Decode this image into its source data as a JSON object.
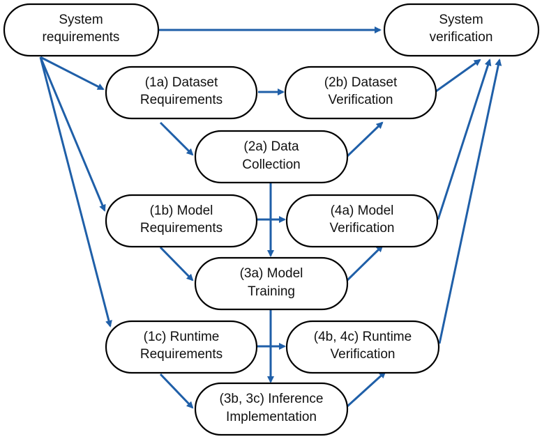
{
  "colors": {
    "arrow": "#1f5fa8",
    "node_border": "#000000",
    "node_fill": "#ffffff",
    "text": "#111111"
  },
  "nodes": {
    "system_requirements": [
      "System",
      "requirements"
    ],
    "system_verification": [
      "System",
      "verification"
    ],
    "dataset_requirements": [
      "(1a) Dataset",
      "Requirements"
    ],
    "dataset_verification": [
      "(2b) Dataset",
      "Verification"
    ],
    "data_collection": [
      "(2a) Data",
      "Collection"
    ],
    "model_requirements": [
      "(1b) Model",
      "Requirements"
    ],
    "model_verification": [
      "(4a) Model",
      "Verification"
    ],
    "model_training": [
      "(3a) Model",
      "Training"
    ],
    "runtime_requirements": [
      "(1c) Runtime",
      "Requirements"
    ],
    "runtime_verification": [
      "(4b, 4c) Runtime",
      "Verification"
    ],
    "inference_implementation": [
      "(3b, 3c) Inference",
      "Implementation"
    ]
  }
}
